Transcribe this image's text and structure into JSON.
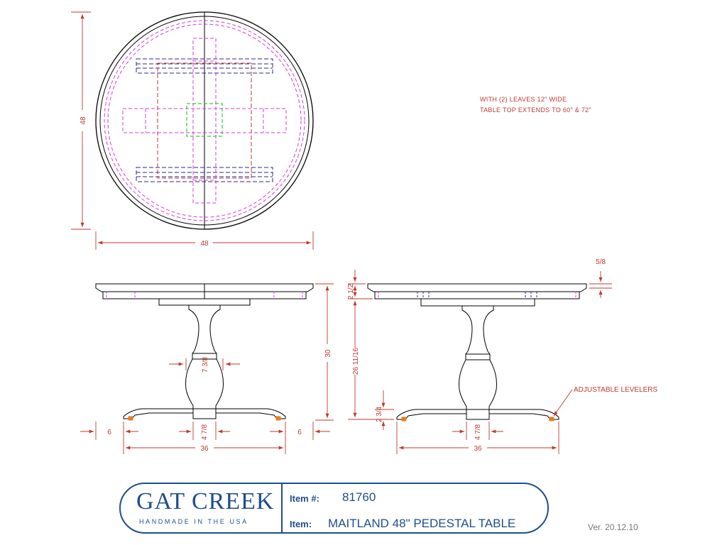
{
  "notes": {
    "line1": "WITH (2) LEAVES 12\" WIDE",
    "line2": "TABLE TOP EXTENDS TO 60\" & 72\""
  },
  "dimensions": {
    "top_height": "48",
    "top_width": "48",
    "overhang_left": "6",
    "overhang_right": "6",
    "base_width_front": "36",
    "base_width_side": "36",
    "foot_front": "4 7/8",
    "foot_side": "4 7/8",
    "pedestal_width": "7 3/8",
    "overall_height": "30",
    "apron_depth": "2 1/2",
    "leg_height": "26 11/16",
    "leveler_height": "2 3/4",
    "top_thickness": "5/8"
  },
  "annotations": {
    "levelers": "ADJUSTABLE LEVELERS"
  },
  "title_block": {
    "brand": "GAT CREEK",
    "tagline": "HANDMADE IN THE USA",
    "item_no_label": "Item #:",
    "item_no": "81760",
    "item_label": "Item:",
    "item_name": "MAITLAND 48\" PEDESTAL TABLE"
  },
  "version": "Ver. 20.12.10",
  "colors": {
    "dimension": "#c0392b",
    "outline": "#000000",
    "magenta": "#d63cd6",
    "navy": "#2a2a8c",
    "green": "#2ecc40",
    "brand": "#1f4e8c"
  }
}
